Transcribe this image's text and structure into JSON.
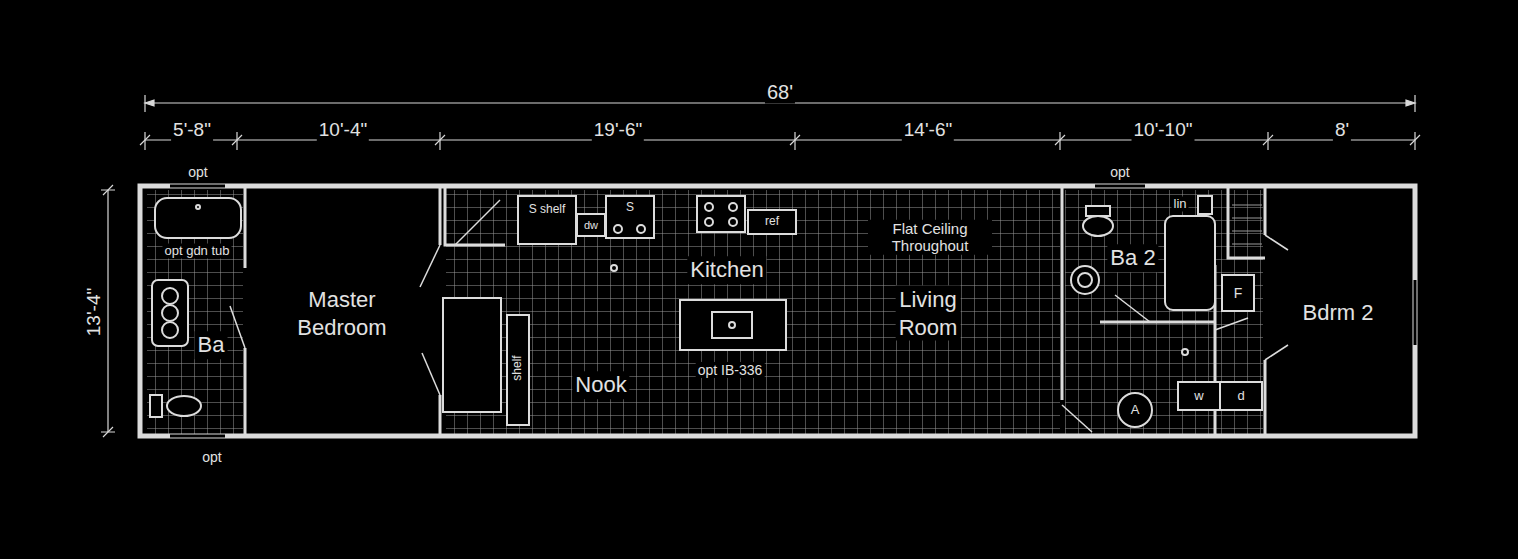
{
  "diagram": {
    "nodes": [
      {
        "text": [
          "Master Bedroom"
        ]
      },
      {
        "text": [
          "Ba"
        ]
      },
      {
        "text": [
          "Kitchen"
        ]
      },
      {
        "text": [
          "Nook"
        ]
      },
      {
        "text": [
          "Living Room"
        ]
      },
      {
        "text": [
          "Ba 2"
        ]
      },
      {
        "text": [
          "Bdrm 2"
        ]
      }
    ],
    "labels": [
      "68'",
      "5'-8\"",
      "10'-4\"",
      "19'-6\"",
      "14'-6\"",
      "10'-10\"",
      "8'",
      "13'-4\"",
      "opt",
      "opt",
      "opt",
      "opt gdn tub",
      "S shelf",
      "dw",
      "S",
      "ref",
      "Flat Ceiling Throughout",
      "opt IB-336",
      "shelf",
      "lin",
      "F",
      "A",
      "w",
      "d"
    ]
  }
}
